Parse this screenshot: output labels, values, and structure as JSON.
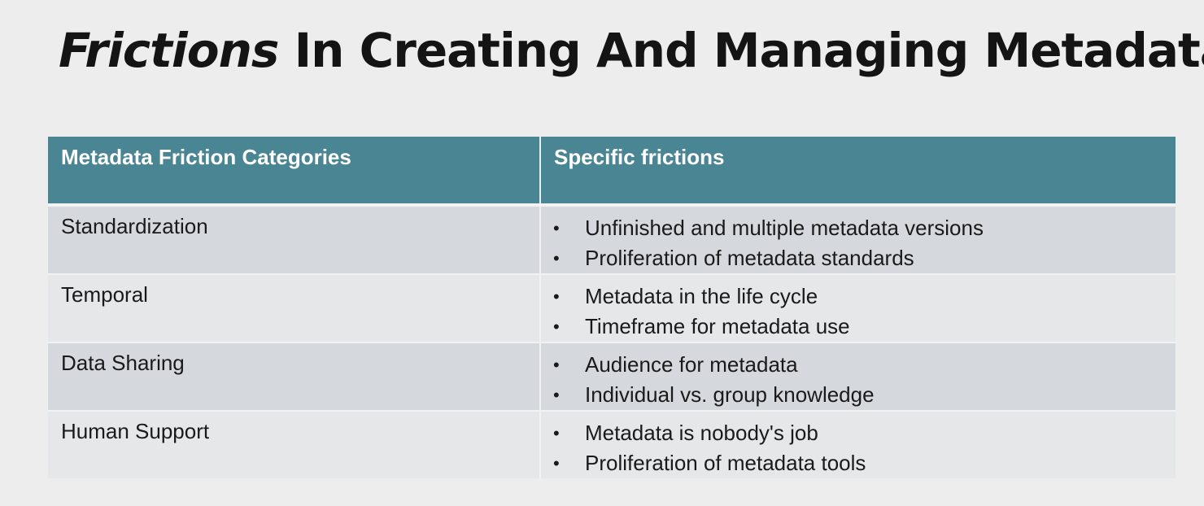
{
  "slide": {
    "title_emphasis": "Frictions",
    "title_rest": " In Creating And Managing Metadata"
  },
  "table": {
    "headers": [
      "Metadata Friction Categories",
      "Specific frictions"
    ],
    "rows": [
      {
        "category": "Standardization",
        "frictions": [
          "Unfinished and multiple metadata versions",
          "Proliferation of metadata standards"
        ]
      },
      {
        "category": "Temporal",
        "frictions": [
          "Metadata in the life cycle",
          "Timeframe for metadata use"
        ]
      },
      {
        "category": "Data Sharing",
        "frictions": [
          "Audience for metadata",
          "Individual vs. group knowledge"
        ]
      },
      {
        "category": "Human Support",
        "frictions": [
          "Metadata is nobody's job",
          "Proliferation of metadata tools"
        ]
      }
    ]
  },
  "colors": {
    "header_bg": "#4a8593",
    "row_dark": "#d5d8dc",
    "row_light": "#e6e7e9",
    "page_bg": "#ededed"
  }
}
